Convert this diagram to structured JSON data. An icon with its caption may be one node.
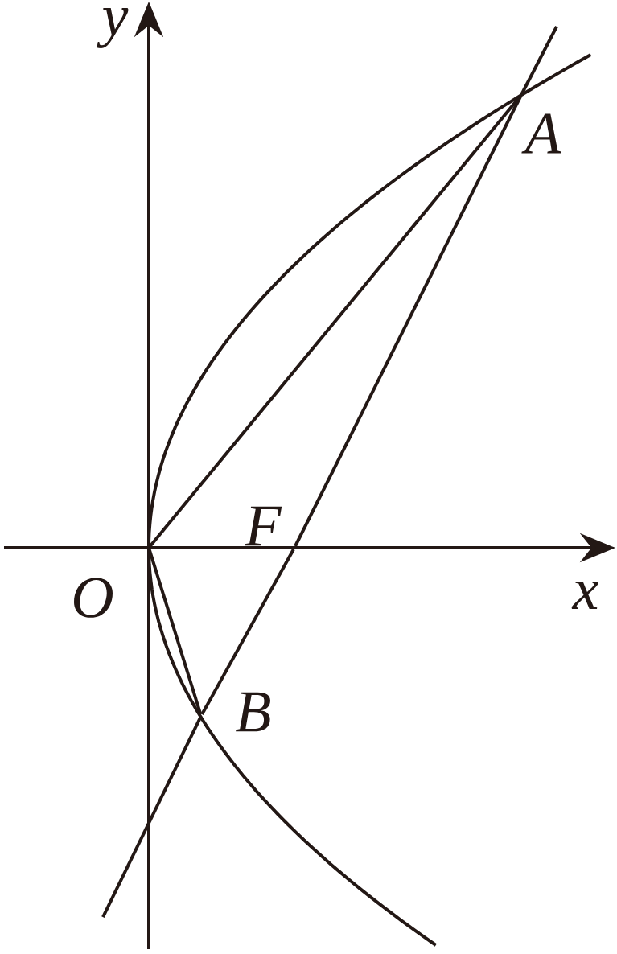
{
  "diagram": {
    "nodes": [
      {
        "text": [
          "O"
        ]
      },
      {
        "text": [
          "A"
        ]
      },
      {
        "text": [
          "F"
        ]
      },
      {
        "text": [
          "B"
        ]
      }
    ],
    "edges": [
      {
        "from": 0,
        "to": 1,
        "arrow": "none"
      },
      {
        "from": 0,
        "to": 3,
        "arrow": "none"
      },
      {
        "from": 1,
        "to": 2,
        "arrow": "none"
      },
      {
        "from": 2,
        "to": 3,
        "arrow": "none"
      }
    ],
    "labels": [
      "y",
      "x"
    ]
  }
}
